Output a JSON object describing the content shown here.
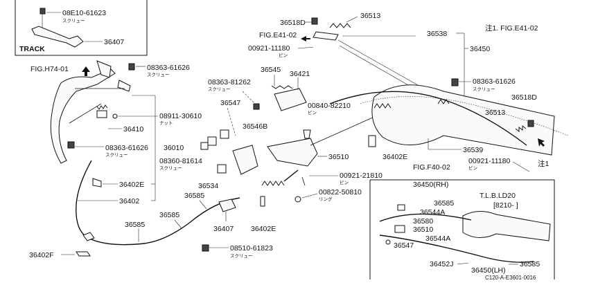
{
  "inset_track": {
    "title": "TRACK",
    "screw_code": "08E10-61623",
    "screw_label": "スクリュー",
    "part": "36407"
  },
  "notes": {
    "note1_top": "注1. FIG.E41-02",
    "note1_right": "注1",
    "fig_h74": "FIG.H74-01",
    "fig_e41": "FIG.E41-02",
    "fig_f40": "FIG.F40-02",
    "catalog_code": "C120-A-E3601-0016"
  },
  "labels": {
    "p36518D_top": "36518D",
    "p36513_top": "36513",
    "p36538": "36538",
    "p36450": "36450",
    "pin_top_code": "00921-11180",
    "pin_top_sub": "ピン",
    "screw_36545_code": "08363-81262",
    "screw_36545_sub": "スクリュー",
    "p36545": "36545",
    "p36421": "36421",
    "pin_00840_code": "00840-82210",
    "pin_00840_sub": "ピン",
    "screw_right_code": "08363-61626",
    "screw_right_sub": "スクリュー",
    "screw_left_code": "08363-61626",
    "screw_left_sub": "スクリュー",
    "p36518D_right": "36518D",
    "p36513_right": "36513",
    "p36547_top": "36547",
    "nut_code": "08911-30610",
    "nut_sub": "ナット",
    "p36546B": "36546B",
    "p36410": "36410",
    "screw_mid_code": "08363-61626",
    "screw_mid_sub": "スクリュー",
    "p36010": "36010",
    "screw_36534_code": "08360-81614",
    "screw_36534_sub": "スクリュー",
    "p36510": "36510",
    "p36402E_center": "36402E",
    "p36539": "36539",
    "pin_right_code": "00921-11180",
    "pin_right_sub": "ピン",
    "pin_21810_code": "00921-21810",
    "pin_21810_sub": "ピン",
    "ring_code": "00822-50810",
    "ring_sub": "リング",
    "p36534": "36534",
    "p36402E_left": "36402E",
    "p36402": "36402",
    "p36585_a": "36585",
    "p36585_b": "36585",
    "p36585_c": "36585",
    "p36407_bottom": "36407",
    "p36402E_bottom": "36402E",
    "p36402F": "36402F",
    "screw_bottom_code": "08510-61823",
    "screw_bottom_sub": "スクリュー"
  },
  "inset_tlb": {
    "model": "T.L.B.LD20",
    "model_code": "[8210-    ]",
    "p36450RH": "36450(RH)",
    "p36585_top": "36585",
    "p36544A_top": "36544A",
    "p36580": "36580",
    "p36510": "36510",
    "p36544A_bottom": "36544A",
    "p36547": "36547",
    "p36452J": "36452J",
    "p36450LH": "36450(LH)",
    "p36585_bottom": "36585"
  }
}
